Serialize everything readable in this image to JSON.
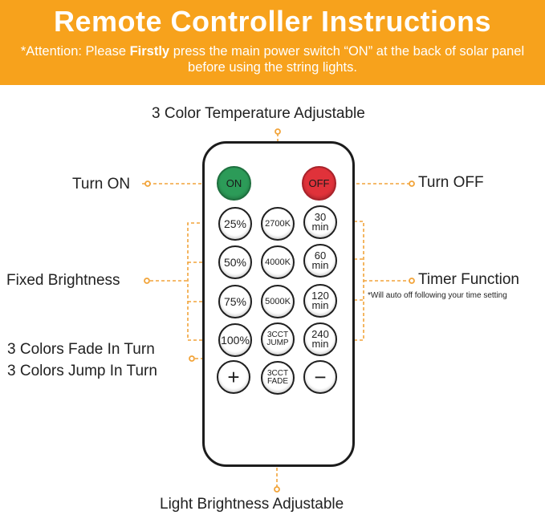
{
  "banner": {
    "title": "Remote Controller Instructions",
    "note_before": "*Attention: Please ",
    "note_bold": "Firstly",
    "note_after": " press the main power switch “ON” at the back of solar panel before using the string lights."
  },
  "labels": {
    "color_temp": "3 Color Temperature Adjustable",
    "turn_on": "Turn ON",
    "turn_off": "Turn OFF",
    "fixed_brightness": "Fixed Brightness",
    "timer_function": "Timer Function",
    "timer_note": "*Will auto off following your time setting",
    "fade": "3 Colors Fade In Turn",
    "jump": "3 Colors Jump In Turn",
    "brightness_adjustable": "Light Brightness Adjustable"
  },
  "buttons": {
    "on": "ON",
    "off": "OFF",
    "b25": "25%",
    "b50": "50%",
    "b75": "75%",
    "b100": "100%",
    "k2700": "2700K",
    "k4000": "4000K",
    "k5000": "5000K",
    "jump_top": "3CCT",
    "jump_bottom": "JUMP",
    "fade_top": "3CCT",
    "fade_bottom": "FADE",
    "t30": "30",
    "t60": "60",
    "t120": "120",
    "t240": "240",
    "min": "min",
    "plus": "+",
    "minus": "−"
  },
  "colors": {
    "banner": "#f7a21c",
    "connector": "#f2a43a",
    "on": "#2c9b58",
    "off": "#e0323a"
  }
}
